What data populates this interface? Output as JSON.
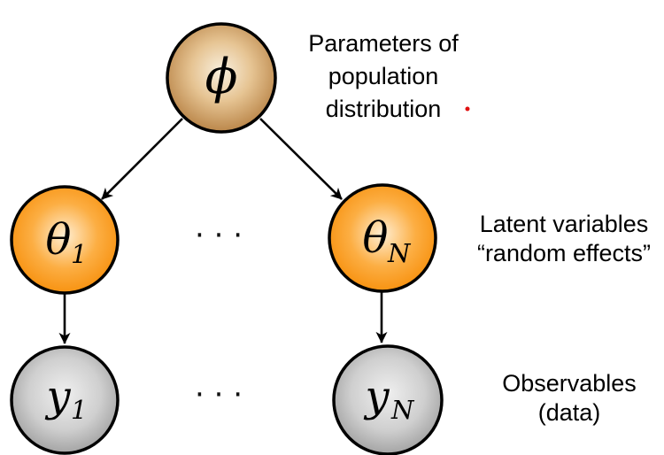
{
  "diagram": {
    "type": "graphical-model",
    "nodes": {
      "phi": {
        "symbol": "ϕ",
        "subscript": ""
      },
      "theta1": {
        "symbol": "θ",
        "subscript": "1"
      },
      "thetaN": {
        "symbol": "θ",
        "subscript": "N"
      },
      "y1": {
        "symbol": "y",
        "subscript": "1"
      },
      "yN": {
        "symbol": "y",
        "subscript": "N"
      }
    },
    "labels": {
      "phi": {
        "line1": "Parameters of",
        "line2": "population",
        "line3": "distribution"
      },
      "theta": {
        "line1": "Latent variables",
        "line2": "“random effects”"
      },
      "y": {
        "line1": "Observables",
        "line2": "(data)"
      }
    },
    "ellipsis_mid": "· · ·",
    "ellipsis_bottom": "· · ·",
    "edges": [
      {
        "from": "phi",
        "to": "theta1"
      },
      {
        "from": "phi",
        "to": "thetaN"
      },
      {
        "from": "theta1",
        "to": "y1"
      },
      {
        "from": "thetaN",
        "to": "yN"
      }
    ],
    "colors": {
      "phi_edge": "#b1793a",
      "phi_center": "#f8eedb",
      "theta_edge": "#f68900",
      "theta_center": "#ffeed2",
      "y_edge": "#989898",
      "y_center": "#eeeeee",
      "node_stroke": "#000000",
      "arrow": "#000000",
      "red_dot": "#e01010",
      "background": "#ffffff"
    }
  }
}
